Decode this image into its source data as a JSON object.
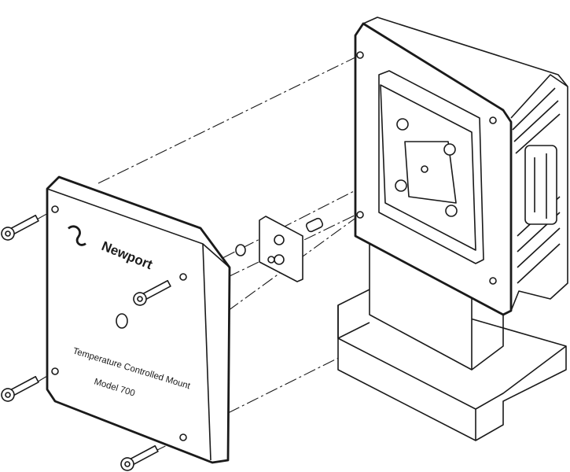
{
  "figure": {
    "brand": "Newport",
    "product_name": "Temperature Controlled Mount",
    "model": "Model  700"
  }
}
